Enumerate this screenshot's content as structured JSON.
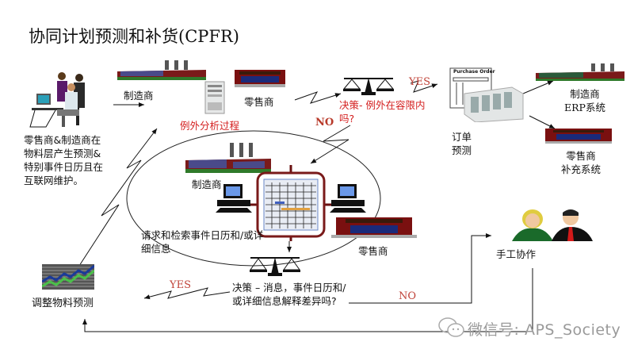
{
  "title": "协同计划预测和补货(CPFR)",
  "nodes": {
    "collab_people_caption": [
      "零售商&制造商在",
      "物料层产生预测&",
      "特别事件日历且在",
      "互联网维护。"
    ],
    "top_manufacturer": "制造商",
    "top_retailer": "零售商",
    "exception_analysis": "例外分析过程",
    "decision_top": [
      "决策- 例外在容限内",
      "吗?"
    ],
    "yes_top": "YES",
    "no_top": "NO",
    "purchase_order_header": "Purchase Order",
    "order_forecast": [
      "订单",
      "预测"
    ],
    "manufacturer_erp": [
      "制造商",
      "ERP系统"
    ],
    "retailer_replenishment": [
      "零售商",
      "补充系统"
    ],
    "inner_manufacturer": "制造商",
    "inner_retailer": "零售商",
    "request_retrieve": [
      "请求和检索事件日历和/或详",
      "细信息"
    ],
    "decision_bottom": [
      "决策  –  消息，事件日历和/",
      "或详细信息解释差异吗?"
    ],
    "yes_bottom": "YES",
    "no_bottom": "NO",
    "adjust_forecast": "调整物料预测",
    "manual_collab": "手工协作"
  },
  "watermark": "微信号: APS_Society",
  "colors": {
    "label_red": "#d42020",
    "yes_no": "#c0443a",
    "factory_roof": "#8a1a1a",
    "retail_red": "#7a1010",
    "monitor_blue": "#3a6bd9",
    "grass": "#2f7a2a"
  }
}
